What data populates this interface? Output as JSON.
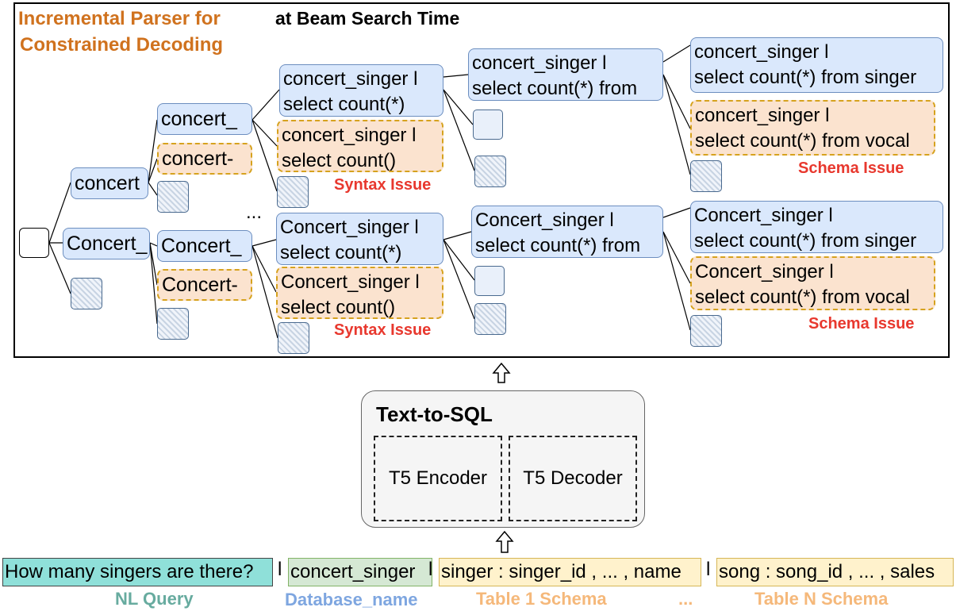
{
  "header": {
    "parser_title_line1": "Incremental Parser for",
    "parser_title_line2": "Constrained Decoding",
    "beam_title": "at Beam Search Time",
    "parser_title_color": "#d0721e"
  },
  "tree": {
    "level1": {
      "top": "concert",
      "bottom": "Concert_"
    },
    "level2": {
      "top_ok": "concert_",
      "top_bad": "concert-",
      "bottom_ok": "Concert_",
      "bottom_bad": "Concert-"
    },
    "ellipsis": "...",
    "level3": {
      "top_ok": [
        "concert_singer l",
        "select count(*)"
      ],
      "top_bad": [
        "concert_singer l",
        "select count()"
      ],
      "bottom_ok": [
        "Concert_singer l",
        "select count(*)"
      ],
      "bottom_bad": [
        "Concert_singer l",
        "select count()"
      ]
    },
    "level4": {
      "top_ok": [
        "concert_singer l",
        "select count(*) from"
      ],
      "bottom_ok": [
        "Concert_singer l",
        "select count(*) from"
      ]
    },
    "level5": {
      "top_ok": [
        "concert_singer l",
        "select count(*) from singer"
      ],
      "top_bad": [
        "concert_singer l",
        "select count(*) from vocal"
      ],
      "bottom_ok": [
        "Concert_singer l",
        "select count(*) from singer"
      ],
      "bottom_bad": [
        "Concert_singer l",
        "select count(*) from vocal"
      ]
    },
    "syntax_issue": "Syntax Issue",
    "schema_issue": "Schema Issue"
  },
  "model": {
    "title": "Text-to-SQL",
    "encoder": "T5 Encoder",
    "decoder": "T5 Decoder"
  },
  "input": {
    "nl_query": "How many singers are there?",
    "db_name": "concert_singer",
    "table1": "singer : singer_id , ... , name",
    "tableN": "song : song_id , ... , sales",
    "separator": "l",
    "labels": {
      "nl_query": "NL Query",
      "db_name": "Database_name",
      "table1": "Table 1 Schema",
      "ellipsis": "...",
      "tableN": "Table N Schema"
    }
  },
  "colors": {
    "ok_fill": "#dae8fc",
    "ok_stroke": "#6c8ebf",
    "bad_fill": "#fbe3cf",
    "bad_stroke": "#d6a21e",
    "issue_text": "#e8382e",
    "nl_fill": "#8fe0d9",
    "db_fill": "#d5e8d4",
    "table_fill": "#fff2cc",
    "nl_label": "#67ab9f",
    "db_label": "#7ea6e0",
    "table_label": "#f5b87a"
  }
}
